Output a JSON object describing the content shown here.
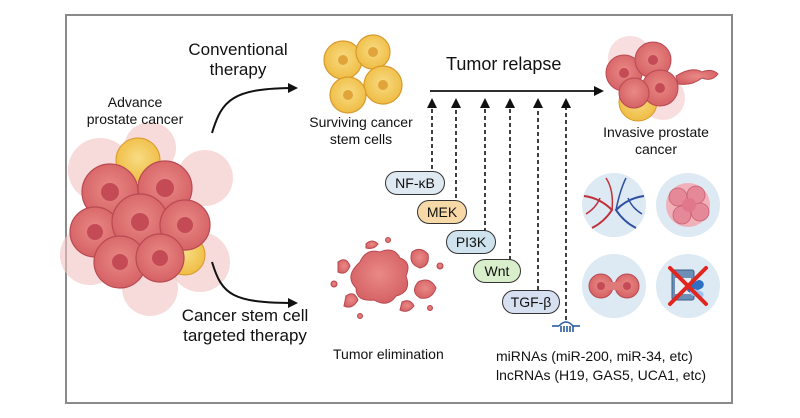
{
  "labels": {
    "advance": "Advance\nprostate cancer",
    "conventional": "Conventional\ntherapy",
    "surviving": "Surviving cancer\nstem cells",
    "relapse": "Tumor relapse",
    "invasive": "Invasive prostate\ncancer",
    "targeted": "Cancer stem cell\ntargeted therapy",
    "elimination": "Tumor elimination",
    "mirnas": "miRNAs (miR-200, miR-34, etc)",
    "lncrnas": "lncRNAs (H19, GAS5, UCA1, etc)"
  },
  "pathways": [
    {
      "name": "NF-κB",
      "color": "#dfe9f2"
    },
    {
      "name": "MEK",
      "color": "#f6d9a6"
    },
    {
      "name": "PI3K",
      "color": "#cfe3ee"
    },
    {
      "name": "Wnt",
      "color": "#d9eecb"
    },
    {
      "name": "TGF-β",
      "color": "#d7e0f0"
    }
  ],
  "colors": {
    "cell_red": "#e07a78",
    "cell_red_dark": "#c9505a",
    "cell_yellow": "#f3c957",
    "circle_bg": "#dde9f3",
    "cross": "#e0261f"
  }
}
